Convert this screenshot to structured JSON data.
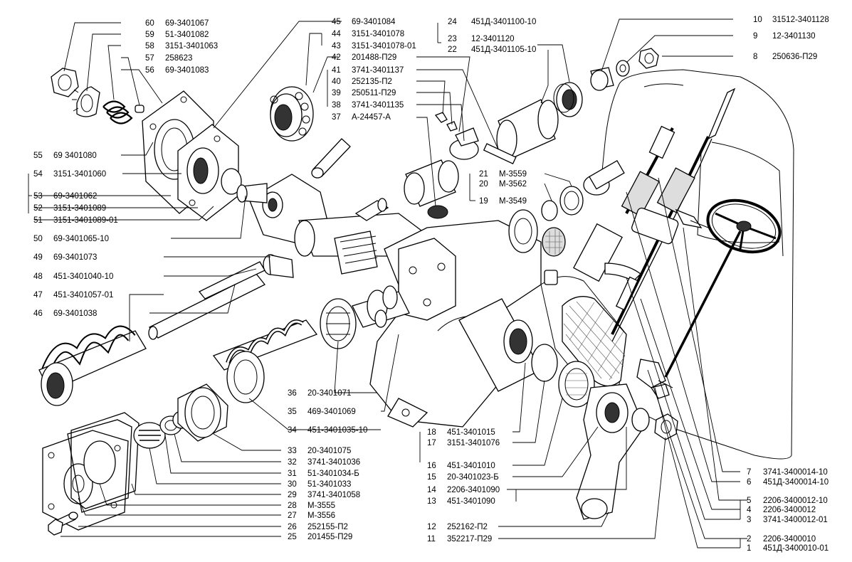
{
  "labels_left": [
    {
      "n": "60",
      "code": "69-3401067"
    },
    {
      "n": "59",
      "code": "51-3401082"
    },
    {
      "n": "58",
      "code": "3151-3401063"
    },
    {
      "n": "57",
      "code": "258623"
    },
    {
      "n": "56",
      "code": "69-3401083"
    },
    {
      "n": "55",
      "code": "69   3401080"
    },
    {
      "n": "54",
      "code": "3151-3401060"
    },
    {
      "n": "53",
      "code": "69-3401062"
    },
    {
      "n": "52",
      "code": "3151-3401089"
    },
    {
      "n": "51",
      "code": "3151-3401089-01"
    },
    {
      "n": "50",
      "code": "69-3401065-10"
    },
    {
      "n": "49",
      "code": "69-3401073"
    },
    {
      "n": "48",
      "code": "451-3401040-10"
    },
    {
      "n": "47",
      "code": "451-3401057-01"
    },
    {
      "n": "46",
      "code": "69-3401038"
    }
  ],
  "labels_top": [
    {
      "n": "45",
      "code": "69-3401084"
    },
    {
      "n": "44",
      "code": "3151-3401078"
    },
    {
      "n": "43",
      "code": "3151-3401078-01"
    },
    {
      "n": "42",
      "code": "201488-П29"
    },
    {
      "n": "41",
      "code": "3741-3401137"
    },
    {
      "n": "40",
      "code": "252135-П2"
    },
    {
      "n": "39",
      "code": "250511-П29"
    },
    {
      "n": "38",
      "code": "3741-3401135"
    },
    {
      "n": "37",
      "code": "А-24457-А"
    }
  ],
  "labels_top2": [
    {
      "n": "24",
      "code": "451Д-3401100-10"
    },
    {
      "n": "23",
      "code": "12-3401120"
    },
    {
      "n": "22",
      "code": "451Д-3401105-10"
    }
  ],
  "labels_mid": [
    {
      "n": "21",
      "code": "М-3559"
    },
    {
      "n": "20",
      "code": "М-3562"
    },
    {
      "n": "19",
      "code": "М-3549"
    }
  ],
  "labels_right": [
    {
      "n": "10",
      "code": "31512-3401128"
    },
    {
      "n": "9",
      "code": "12-3401130"
    },
    {
      "n": "8",
      "code": "250636-П29"
    },
    {
      "n": "7",
      "code": "3741-3400014-10"
    },
    {
      "n": "6",
      "code": "451Д-3400014-10"
    },
    {
      "n": "5",
      "code": "2206-3400012-10"
    },
    {
      "n": "4",
      "code": "2206-3400012"
    },
    {
      "n": "3",
      "code": "3741-3400012-01"
    },
    {
      "n": "2",
      "code": "2206-3400010"
    },
    {
      "n": "1",
      "code": "451Д-3400010-01"
    }
  ],
  "labels_center": [
    {
      "n": "36",
      "code": "20-3401071"
    },
    {
      "n": "35",
      "code": "469-3401069"
    },
    {
      "n": "34",
      "code": "451-3401035-10"
    }
  ],
  "labels_bottom": [
    {
      "n": "33",
      "code": "20-3401075"
    },
    {
      "n": "32",
      "code": "3741-3401036"
    },
    {
      "n": "31",
      "code": "51-3401034-Б"
    },
    {
      "n": "30",
      "code": "51-3401033"
    },
    {
      "n": "29",
      "code": "3741-3401058"
    },
    {
      "n": "28",
      "code": "М-3555"
    },
    {
      "n": "27",
      "code": "М-3556"
    },
    {
      "n": "26",
      "code": "252155-П2"
    },
    {
      "n": "25",
      "code": "201455-П29"
    }
  ],
  "labels_bottom_mid": [
    {
      "n": "18",
      "code": "451-3401015"
    },
    {
      "n": "17",
      "code": "3151-3401076"
    },
    {
      "n": "16",
      "code": "451-3401010"
    },
    {
      "n": "15",
      "code": "20-3401023-Б"
    },
    {
      "n": "14",
      "code": "2206-3401090"
    },
    {
      "n": "13",
      "code": "451-3401090"
    },
    {
      "n": "12",
      "code": "252162-П2"
    },
    {
      "n": "11",
      "code": "352217-П29"
    }
  ]
}
